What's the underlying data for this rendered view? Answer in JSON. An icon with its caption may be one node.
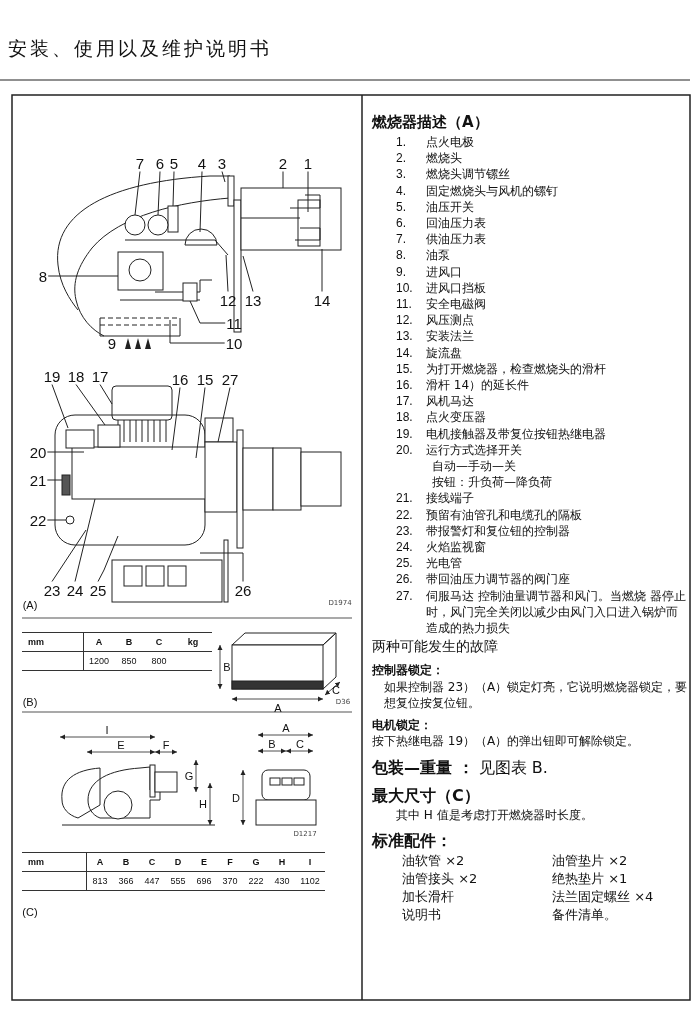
{
  "diagram": {
    "title": "安装、使用以及维护说明书",
    "nodes": [
      {
        "text": [
          "7"
        ]
      },
      {
        "text": [
          "6"
        ]
      },
      {
        "text": [
          "5"
        ]
      },
      {
        "text": [
          "4"
        ]
      },
      {
        "text": [
          "3"
        ]
      },
      {
        "text": [
          "2"
        ]
      },
      {
        "text": [
          "1"
        ]
      },
      {
        "text": [
          "8"
        ]
      },
      {
        "text": [
          "12"
        ]
      },
      {
        "text": [
          "13"
        ]
      },
      {
        "text": [
          "14"
        ]
      },
      {
        "text": [
          "11"
        ]
      },
      {
        "text": [
          "10"
        ]
      },
      {
        "text": [
          "19"
        ]
      },
      {
        "text": [
          "18"
        ]
      },
      {
        "text": [
          "17"
        ]
      },
      {
        "text": [
          "16"
        ]
      },
      {
        "text": [
          "15"
        ]
      },
      {
        "text": [
          "27"
        ]
      },
      {
        "text": [
          "20"
        ]
      },
      {
        "text": [
          "21"
        ]
      },
      {
        "text": [
          "22"
        ]
      },
      {
        "text": [
          "23"
        ]
      },
      {
        "text": [
          "24"
        ]
      },
      {
        "text": [
          "25"
        ]
      },
      {
        "text": [
          "26"
        ]
      },
      {
        "text": [],
        "shape": "circle"
      },
      {
        "text": [],
        "shape": "circle"
      },
      {
        "text": [],
        "shape": "box"
      },
      {
        "text": [],
        "shape": "box"
      },
      {
        "text": [],
        "shape": "box"
      },
      {
        "text": [],
        "shape": "circle"
      }
    ],
    "edges": [
      {
        "from": 0,
        "to": 26,
        "arrow": "none"
      },
      {
        "from": 1,
        "to": 27,
        "arrow": "none"
      },
      {
        "from": 2,
        "to": null,
        "arrow": "none"
      },
      {
        "from": 3,
        "to": null,
        "arrow": "none"
      },
      {
        "from": 4,
        "to": null,
        "arrow": "none"
      },
      {
        "from": 5,
        "to": null,
        "arrow": "none"
      },
      {
        "from": 6,
        "to": null,
        "arrow": "none"
      },
      {
        "from": 7,
        "to": null,
        "arrow": "none"
      },
      {
        "from": 8,
        "to": null,
        "arrow": "none"
      },
      {
        "from": 9,
        "to": null,
        "arrow": "none"
      },
      {
        "from": 10,
        "to": null,
        "arrow": "none"
      },
      {
        "from": 11,
        "to": 28,
        "arrow": "none"
      },
      {
        "from": 12,
        "to": null,
        "arrow": "none"
      },
      {
        "from": 13,
        "to": null,
        "arrow": "none"
      },
      {
        "from": 14,
        "to": 29,
        "arrow": "none"
      },
      {
        "from": 15,
        "to": null,
        "arrow": "none"
      },
      {
        "from": 16,
        "to": null,
        "arrow": "none"
      },
      {
        "from": 17,
        "to": null,
        "arrow": "none"
      },
      {
        "from": 18,
        "to": null,
        "arrow": "none"
      },
      {
        "from": 19,
        "to": null,
        "arrow": "none"
      },
      {
        "from": 20,
        "to": 30,
        "arrow": "none"
      },
      {
        "from": 21,
        "to": 31,
        "arrow": "none"
      },
      {
        "from": 22,
        "to": null,
        "arrow": "none"
      },
      {
        "from": 23,
        "to": null,
        "arrow": "none"
      },
      {
        "from": 24,
        "to": null,
        "arrow": "none"
      },
      {
        "from": 25,
        "to": null,
        "arrow": "none"
      }
    ],
    "labels": [
      "9",
      "(A)",
      "D1974",
      "mm",
      "A",
      "B",
      "C",
      "kg",
      "1200",
      "850",
      "800",
      "B",
      "A",
      "C",
      "(B)",
      "D36",
      "I",
      "E",
      "F",
      "G",
      "H",
      "A",
      "B",
      "C",
      "D",
      "D1217",
      "mm",
      "A",
      "B",
      "C",
      "D",
      "E",
      "F",
      "G",
      "H",
      "I",
      "813",
      "366",
      "447",
      "555",
      "696",
      "370",
      "222",
      "430",
      "1102",
      "(C)",
      "燃烧器描述（A）",
      "1.",
      "点火电极",
      "2.",
      "燃烧头",
      "3.",
      "燃烧头调节镙丝",
      "4.",
      "固定燃烧头与风机的镙钉",
      "5.",
      "油压开关",
      "6.",
      "回油压力表",
      "7.",
      "供油压力表",
      "8.",
      "油泵",
      "9.",
      "进风口",
      "10.",
      "进风口挡板",
      "11.",
      "安全电磁阀",
      "12.",
      "风压测点",
      "13.",
      "安装法兰",
      "14.",
      "旋流盘",
      "15.",
      "为打开燃烧器，检查燃烧头的滑杆",
      "16.",
      "滑杆 14）的延长件",
      "17.",
      "风机马达",
      "18.",
      "点火变压器",
      "19.",
      "电机接触器及带复位按钮热继电器",
      "20.",
      "运行方式选择开关",
      "自动—手动—关",
      "按钮：升负荷—降负荷",
      "21.",
      "接线端子",
      "22.",
      "预留有油管孔和电缆孔的隔板",
      "23.",
      "带报警灯和复位钮的控制器",
      "24.",
      "火焰监视窗",
      "25.",
      "光电管",
      "26.",
      "带回油压力调节器的阀门座",
      "27.",
      "伺服马达 控制油量调节器和风门。当燃烧 器停止时，风门完全关闭以减少由风门入口进入锅炉而造成的热力损失",
      "两种可能发生的故障",
      "控制器锁定：",
      "如果控制器 23）（A）锁定灯亮，它说明燃烧器锁定，要想复位按复位钮。",
      "电机锁定：",
      "按下热继电器 19）（A）的弹出钮即可解除锁定。",
      "**包装—重量 ：** 见图表 B.",
      "最大尺寸（C）",
      "其中 H 值是考虑打开燃烧器时长度。",
      "标准配件：",
      "油软管 ×2",
      "油管垫片 ×2",
      "油管接头 ×2",
      "绝热垫片 ×1",
      "加长滑杆",
      "法兰固定螺丝 ×4",
      "说明书",
      "备件清单。"
    ]
  }
}
